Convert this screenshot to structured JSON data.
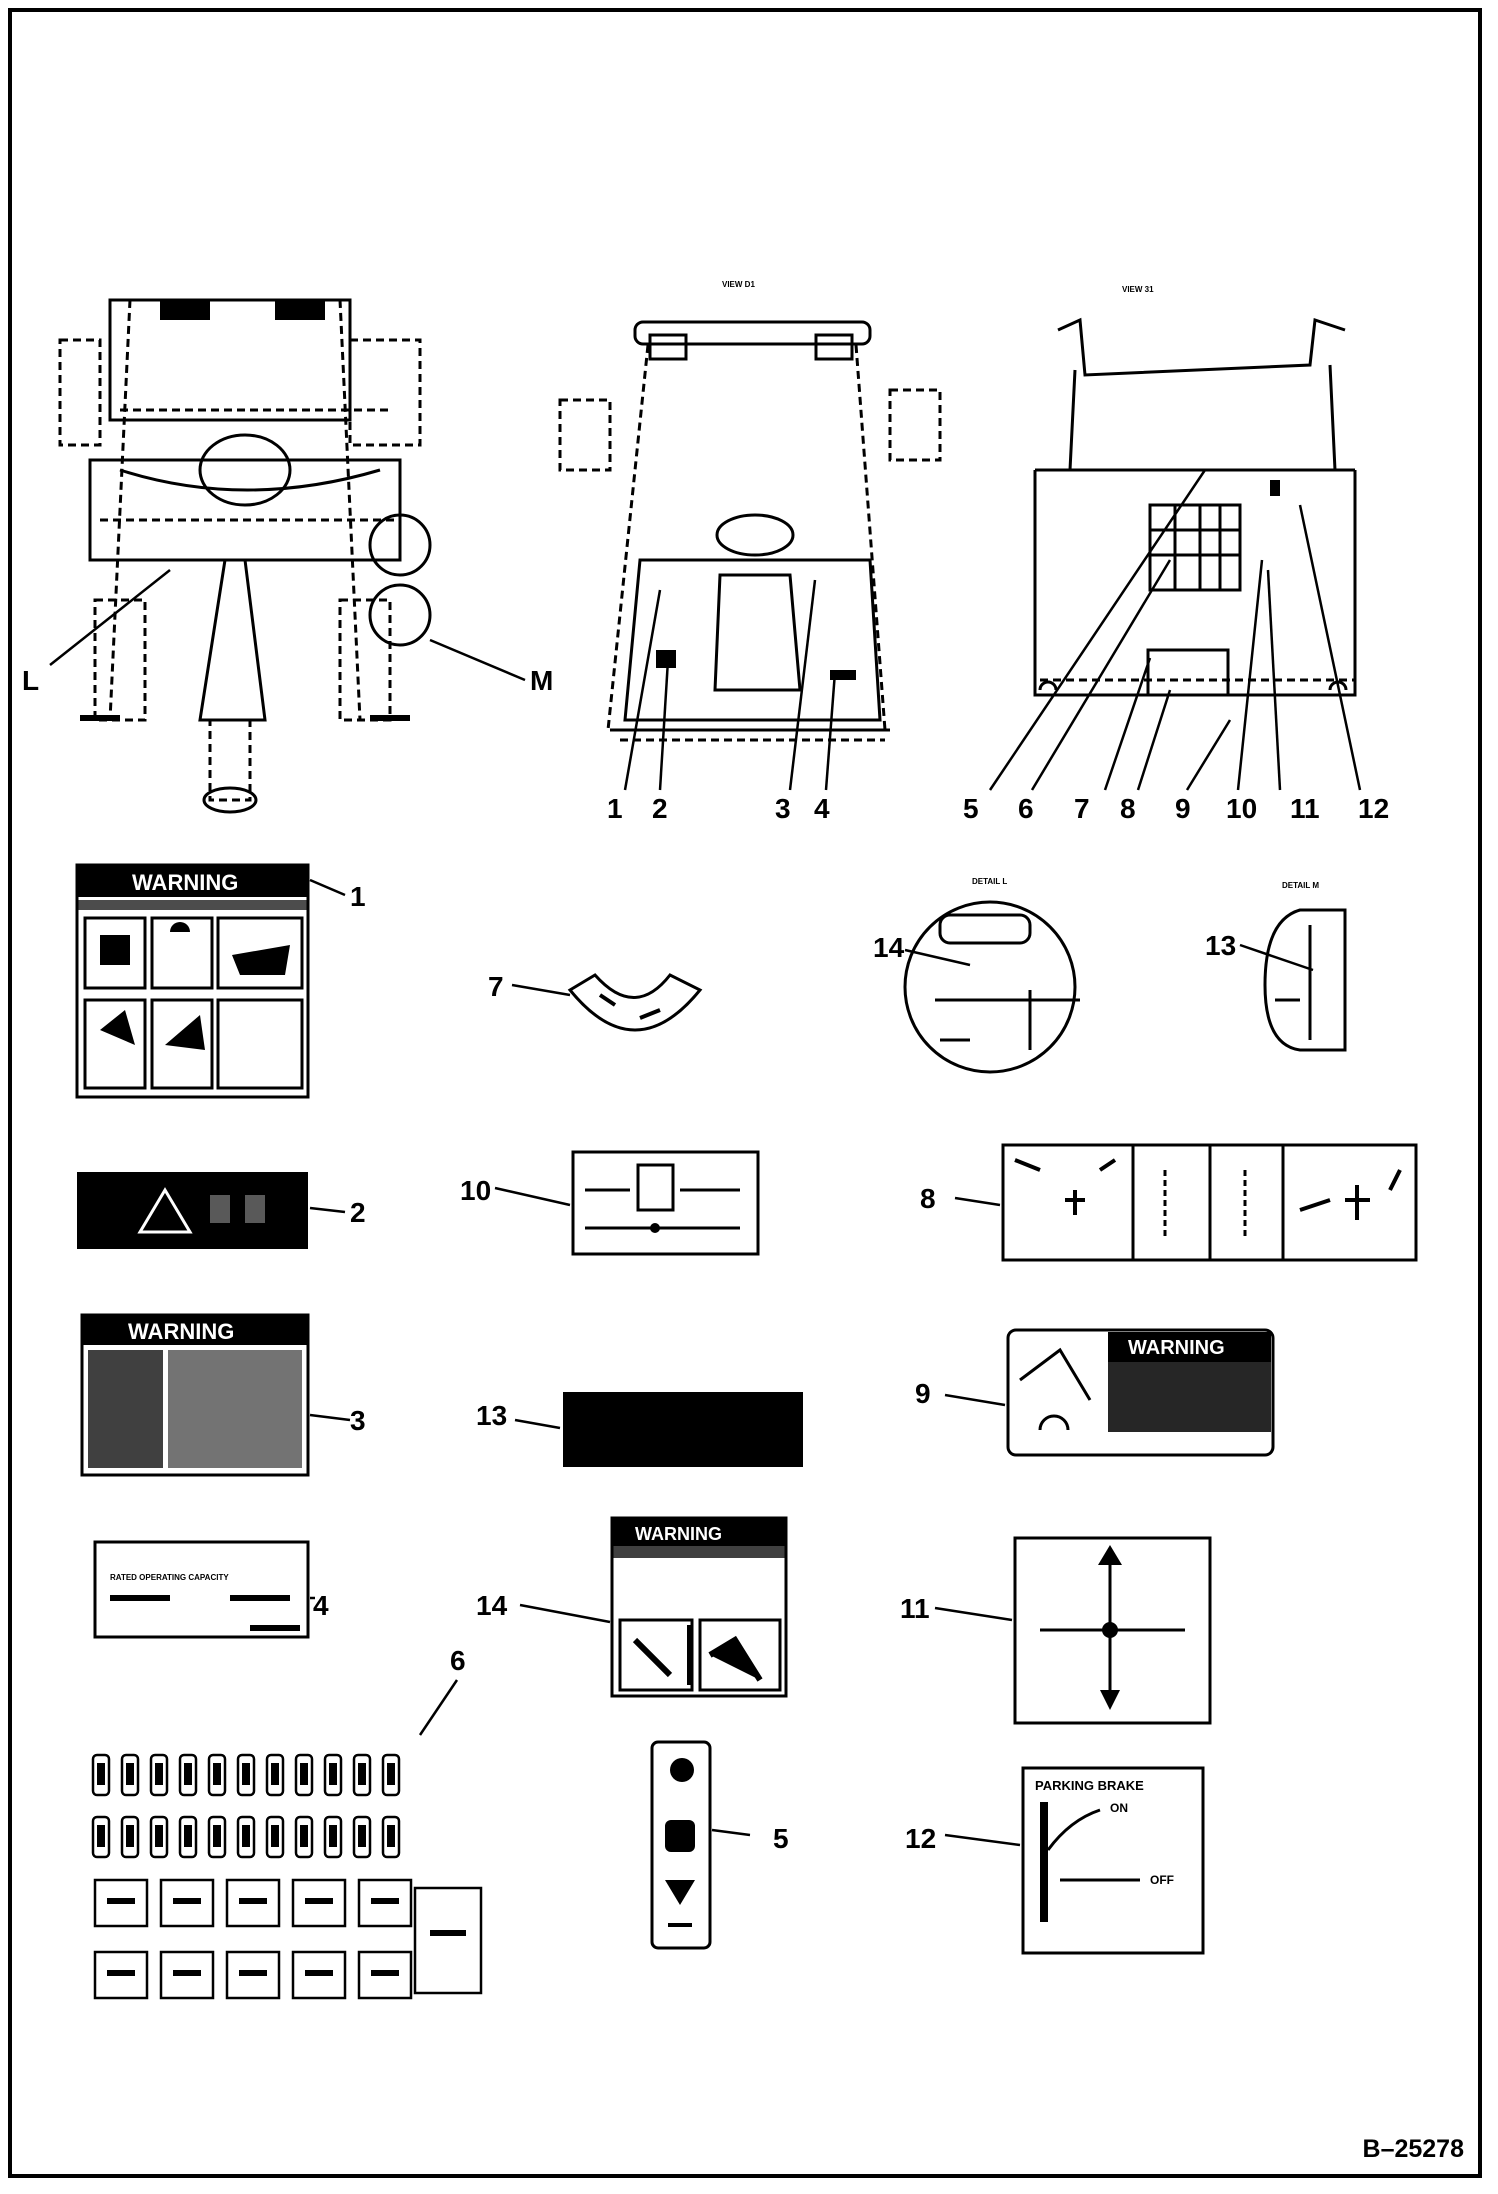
{
  "drawing": {
    "figure_number": "B–25278",
    "view_labels": [
      "VIEW D1",
      "VIEW 31",
      "DETAIL L",
      "DETAIL M"
    ],
    "callouts_view_left": [
      "L",
      "M"
    ],
    "callouts_view_cab": [
      "1",
      "2",
      "3",
      "4"
    ],
    "callouts_view_rear": [
      "5",
      "6",
      "7",
      "8",
      "9",
      "10",
      "11",
      "12"
    ],
    "callouts_details": [
      "14",
      "13"
    ],
    "decal_numbers": [
      "1",
      "2",
      "3",
      "4",
      "5",
      "6",
      "7",
      "8",
      "9",
      "10",
      "11",
      "12",
      "13",
      "14"
    ],
    "decals": {
      "d1": {
        "header": "WARNING"
      },
      "d3": {
        "header": "WARNING"
      },
      "d4": {
        "line1": "RATED OPERATING CAPACITY"
      },
      "d9": {
        "header": "WARNING"
      },
      "d12": {
        "header": "PARKING BRAKE",
        "on": "ON",
        "off": "OFF"
      },
      "d14": {
        "header": "WARNING"
      }
    }
  }
}
